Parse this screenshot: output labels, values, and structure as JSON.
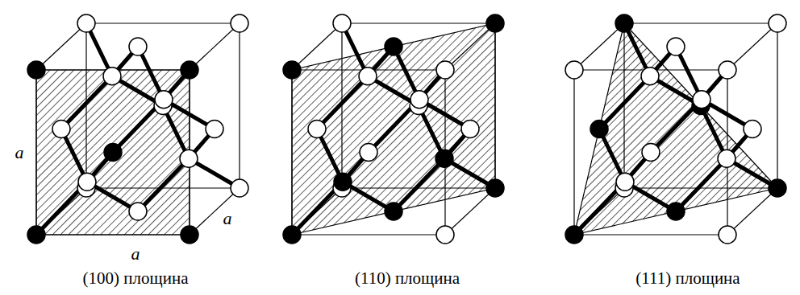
{
  "diagram": {
    "labels": [
      "a",
      "a",
      "a",
      "(100) площина",
      "(110) площина",
      "(111) площина"
    ]
  }
}
